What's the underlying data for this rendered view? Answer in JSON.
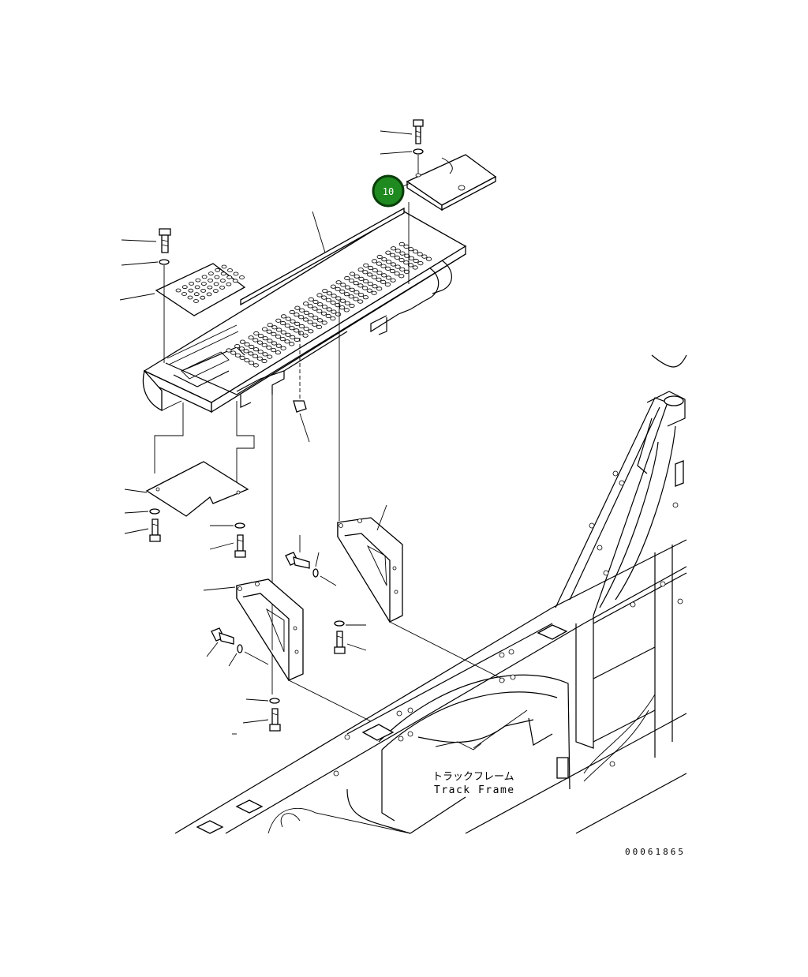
{
  "callout": {
    "label": "10",
    "color": "#1f8a1f",
    "border": "#0a3d0a"
  },
  "track_frame": {
    "jp": "トラックフレーム",
    "en": "Track Frame"
  },
  "drawing_number": "00061865"
}
